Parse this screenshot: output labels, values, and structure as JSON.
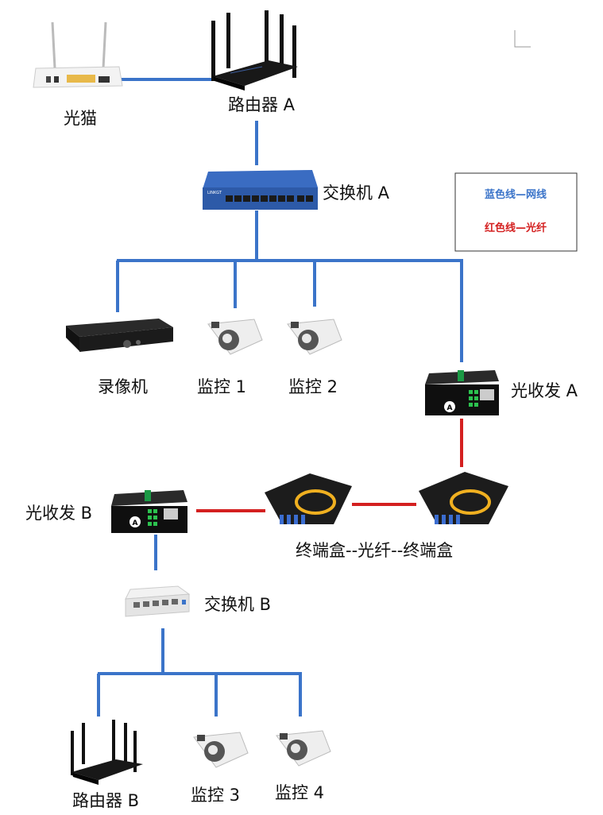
{
  "labels": {
    "modem": "光猫",
    "router_a": "路由器 A",
    "switch_a": "交换机 A",
    "nvr": "录像机",
    "cam1": "监控 1",
    "cam2": "监控 2",
    "transceiver_a": "光收发 A",
    "transceiver_b": "光收发 B",
    "terminal_link": "终端盒--光纤--终端盒",
    "switch_b": "交换机 B",
    "router_b": "路由器 B",
    "cam3": "监控 3",
    "cam4": "监控 4"
  },
  "legend": {
    "network_cable": "蓝色线—网线",
    "fiber": "红色线—光纤"
  },
  "colors": {
    "network_cable": "#3b74c9",
    "fiber": "#d42020"
  },
  "icons": {
    "switch_a_brand": "LINKGT",
    "transceiver_port_badge": "A"
  }
}
